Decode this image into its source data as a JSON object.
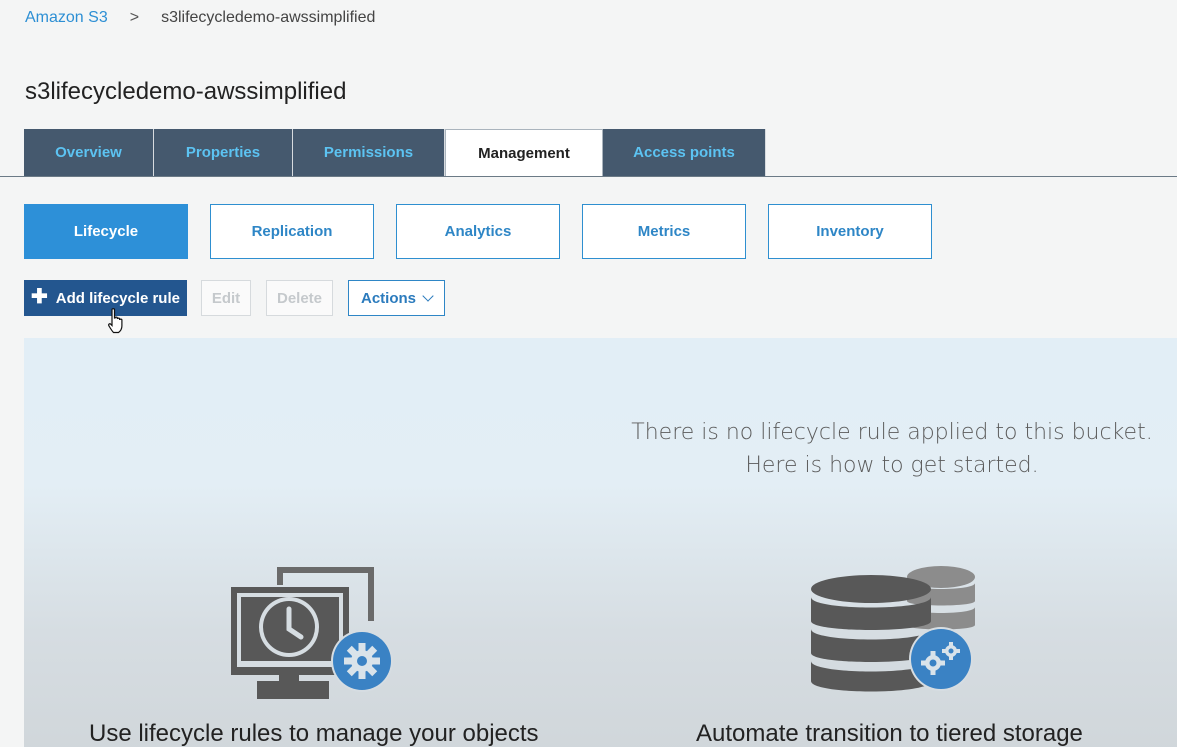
{
  "breadcrumb": {
    "root": "Amazon S3",
    "separator": ">",
    "current": "s3lifecycledemo-awssimplified"
  },
  "page": {
    "title": "s3lifecycledemo-awssimplified"
  },
  "tabs": [
    {
      "label": "Overview",
      "active": false
    },
    {
      "label": "Properties",
      "active": false
    },
    {
      "label": "Permissions",
      "active": false
    },
    {
      "label": "Management",
      "active": true
    },
    {
      "label": "Access points",
      "active": false
    }
  ],
  "subtabs": [
    {
      "label": "Lifecycle",
      "active": true
    },
    {
      "label": "Replication",
      "active": false
    },
    {
      "label": "Analytics",
      "active": false
    },
    {
      "label": "Metrics",
      "active": false
    },
    {
      "label": "Inventory",
      "active": false
    }
  ],
  "toolbar": {
    "add_label": "Add lifecycle rule",
    "add_icon": "plus-icon",
    "edit_label": "Edit",
    "delete_label": "Delete",
    "actions_label": "Actions"
  },
  "empty_state": {
    "line1": "There is no lifecycle rule applied to this bucket.",
    "line2": "Here is how to get started."
  },
  "features": [
    {
      "title": "Use lifecycle rules to manage your objects",
      "icon": "monitor-clock-gear-icon"
    },
    {
      "title": "Automate transition to tiered storage",
      "icon": "database-gear-icon"
    }
  ],
  "colors": {
    "tab_bg": "#45596e",
    "tab_text": "#5cc3f2",
    "primary_button": "#23568f",
    "accent": "#2d90d8",
    "icon_gray": "#585858",
    "icon_blue": "#3a82c4"
  }
}
